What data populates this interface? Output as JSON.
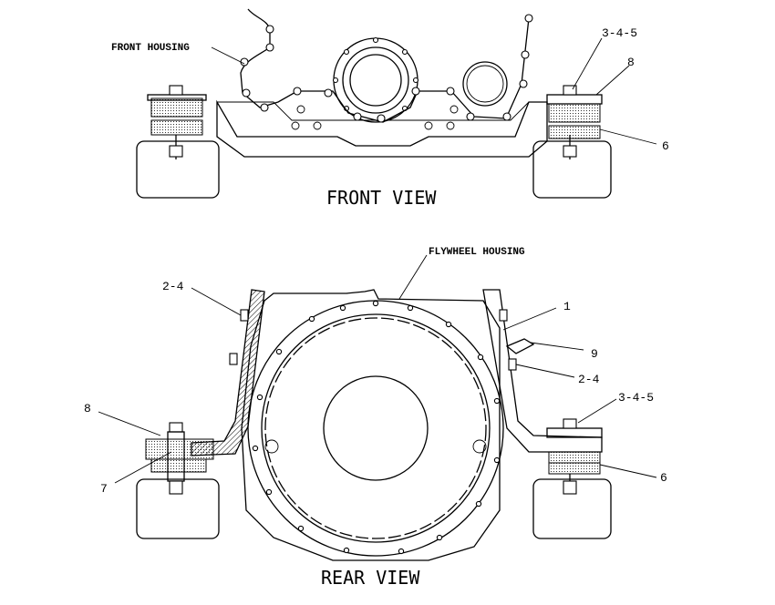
{
  "views": {
    "front": {
      "title": "FRONT VIEW"
    },
    "rear": {
      "title": "REAR VIEW"
    }
  },
  "callouts": {
    "front_housing": "FRONT HOUSING",
    "flywheel_housing": "FLYWHEEL HOUSING",
    "front_3_4_5": "3-4-5",
    "front_8": "8",
    "front_6": "6",
    "rear_2_4_left": "2-4",
    "rear_1": "1",
    "rear_9": "9",
    "rear_2_4_right": "2-4",
    "rear_3_4_5": "3-4-5",
    "rear_8": "8",
    "rear_7": "7",
    "rear_6": "6"
  }
}
